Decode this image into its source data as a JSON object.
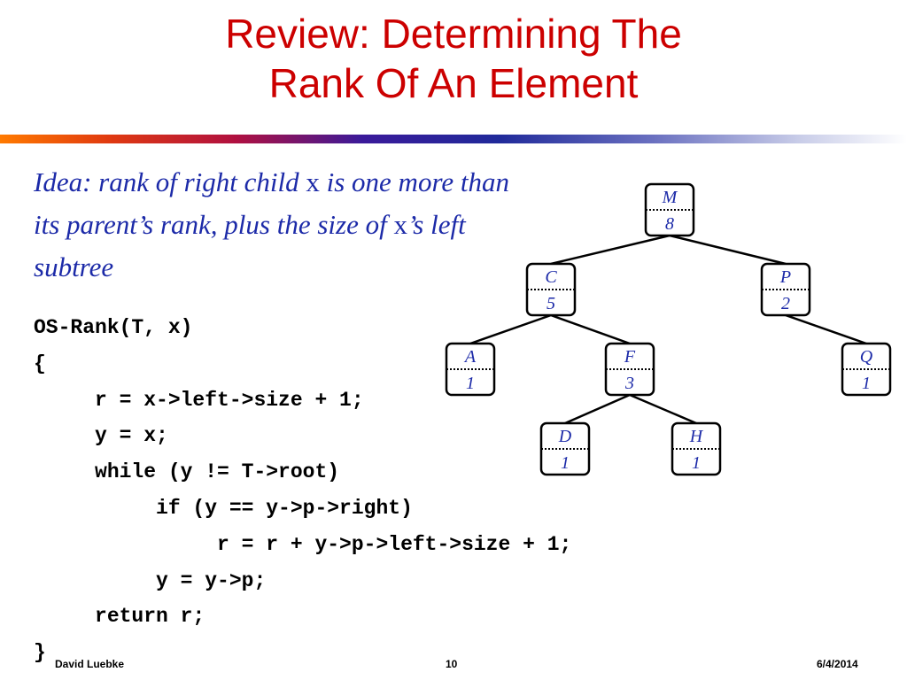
{
  "slide": {
    "title_line1": "Review: Determining The",
    "title_line2": "Rank Of An Element",
    "idea": {
      "part1": "Idea: rank of right child ",
      "x1": "x",
      "part2": " is one more than its parent’s rank, plus the size of ",
      "x2": "x",
      "part3": "’s left subtree"
    },
    "code": [
      "OS-Rank(T, x)",
      "{",
      "     r = x->left->size + 1;",
      "     y = x;",
      "     while (y != T->root)",
      "          if (y == y->p->right)",
      "               r = r + y->p->left->size + 1;",
      "          y = y->p;",
      "     return r;",
      "}"
    ],
    "tree": {
      "nodes": [
        {
          "id": "M",
          "key": "M",
          "size": "8"
        },
        {
          "id": "C",
          "key": "C",
          "size": "5"
        },
        {
          "id": "P",
          "key": "P",
          "size": "2"
        },
        {
          "id": "A",
          "key": "A",
          "size": "1"
        },
        {
          "id": "F",
          "key": "F",
          "size": "3"
        },
        {
          "id": "Q",
          "key": "Q",
          "size": "1"
        },
        {
          "id": "D",
          "key": "D",
          "size": "1"
        },
        {
          "id": "H",
          "key": "H",
          "size": "1"
        }
      ],
      "edges": [
        [
          "M",
          "C"
        ],
        [
          "M",
          "P"
        ],
        [
          "C",
          "A"
        ],
        [
          "C",
          "F"
        ],
        [
          "P",
          "Q"
        ],
        [
          "F",
          "D"
        ],
        [
          "F",
          "H"
        ]
      ]
    },
    "footer": {
      "author": "David Luebke",
      "page": "10",
      "date": "6/4/2014"
    },
    "colors": {
      "title": "#cc0000",
      "body_text": "#1c2aa8"
    }
  }
}
